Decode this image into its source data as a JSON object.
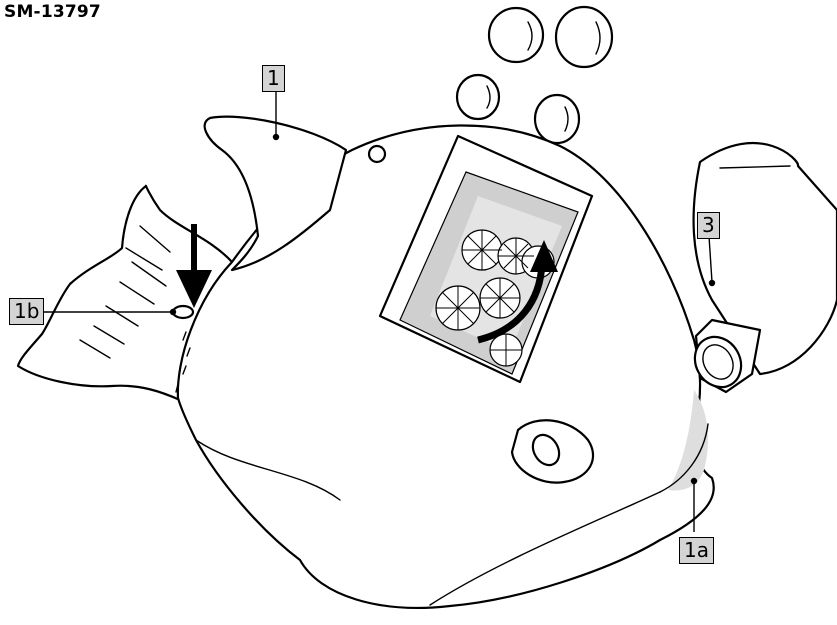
{
  "model_code": "SM-13797",
  "callouts": {
    "body": "1",
    "bottom_opening": "1a",
    "blowhole": "1b",
    "bottle": "3"
  },
  "icons": [
    "arrow-down-icon",
    "curved-arrow-up-icon"
  ],
  "colors": {
    "callout_fill": "#d4d4d4",
    "shading": "#cfcfcf",
    "outline": "#000000"
  }
}
